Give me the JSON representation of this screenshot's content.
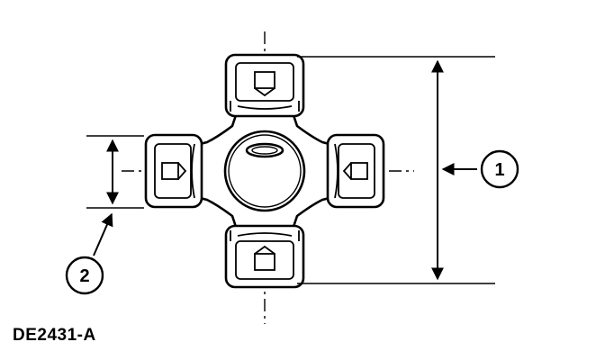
{
  "figure_id": "DE2431-A",
  "callouts": [
    {
      "number": "1"
    },
    {
      "number": "2"
    }
  ],
  "colors": {
    "line": "#000000",
    "background": "#ffffff"
  }
}
